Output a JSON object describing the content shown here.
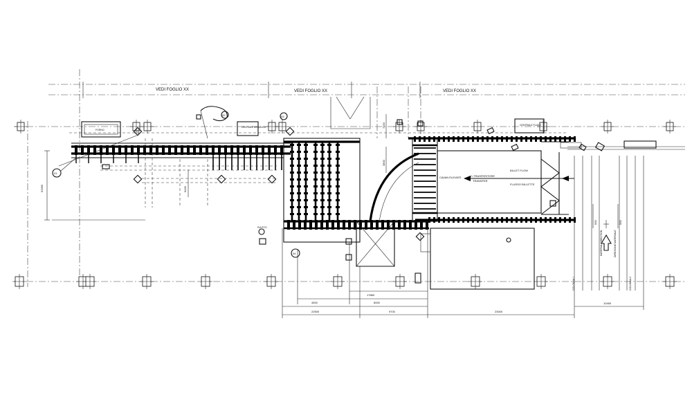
{
  "drawing": {
    "sheet_refs": [
      "VEDI FOGLIO XX",
      "VEDI FOGLIO XX",
      "VEDI FOGLIO XX"
    ],
    "room_labels": {
      "left_box": "FORNO",
      "control_center_1": "CENTRALE IDRAULICA",
      "control_center_2": "CENTRALE FLUIDI",
      "small_box": "PULPITO"
    },
    "flow_labels": {
      "line1": "BILLET FLOW",
      "line2": "FLUSSO BILLETTE"
    },
    "transfer_labels": {
      "line1": "C-TRASFERITORE",
      "line2": "TRANSFER"
    },
    "crane_label": "CAVAN ELEVATE",
    "direction_labels": {
      "material_direction": "MATERIAL DIRECTION",
      "direzione_materiale": "DIREZIONE MATERIALE",
      "colonna_1": "COLONNA 1",
      "colonna_2": "COLONNA 2"
    },
    "callouts": [
      "01",
      "02",
      "03",
      "04",
      "05"
    ],
    "dimensions": {
      "v_left_1": "53395",
      "v_left_2": "6430",
      "v_mid_1": "7200",
      "v_mid_2": "3800",
      "h_17860": "17860",
      "h_4500": "4500",
      "h_8000": "8000",
      "h_22500": "22500",
      "h_9700": "9700",
      "h_23000": "23000",
      "h_10450": "10450",
      "v_right_1": "500",
      "v_right_2": "500"
    }
  }
}
